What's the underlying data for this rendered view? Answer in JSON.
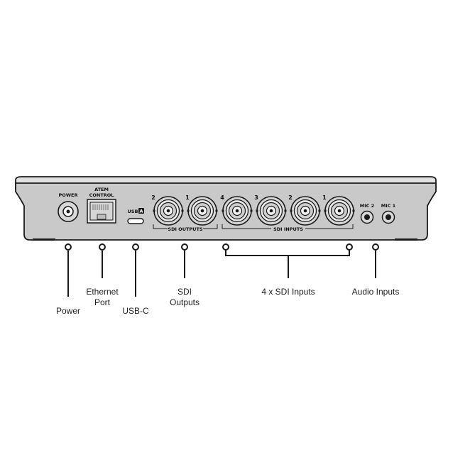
{
  "panel": {
    "power_label": "POWER",
    "atem_control_line1": "ATEM",
    "atem_control_line2": "CONTROL",
    "usb_label": "USB",
    "usb_badge": "A",
    "sdi_outputs_label": "SDI OUTPUTS",
    "sdi_inputs_label": "SDI INPUTS",
    "sdi_output_numbers": [
      "2",
      "1"
    ],
    "sdi_input_numbers": [
      "4",
      "3",
      "2",
      "1"
    ],
    "mic2_label": "MIC 2",
    "mic1_label": "MIC 1"
  },
  "callouts": {
    "power": "Power",
    "ethernet_line1": "Ethernet",
    "ethernet_line2": "Port",
    "usbc": "USB-C",
    "sdi_outputs_line1": "SDI",
    "sdi_outputs_line2": "Outputs",
    "sdi_inputs": "4 x SDI Inputs",
    "audio_inputs": "Audio Inputs"
  },
  "colors": {
    "body_fill": "#c8c8c8",
    "body_top": "#e6e6e6",
    "outline": "#1a1a1a"
  }
}
